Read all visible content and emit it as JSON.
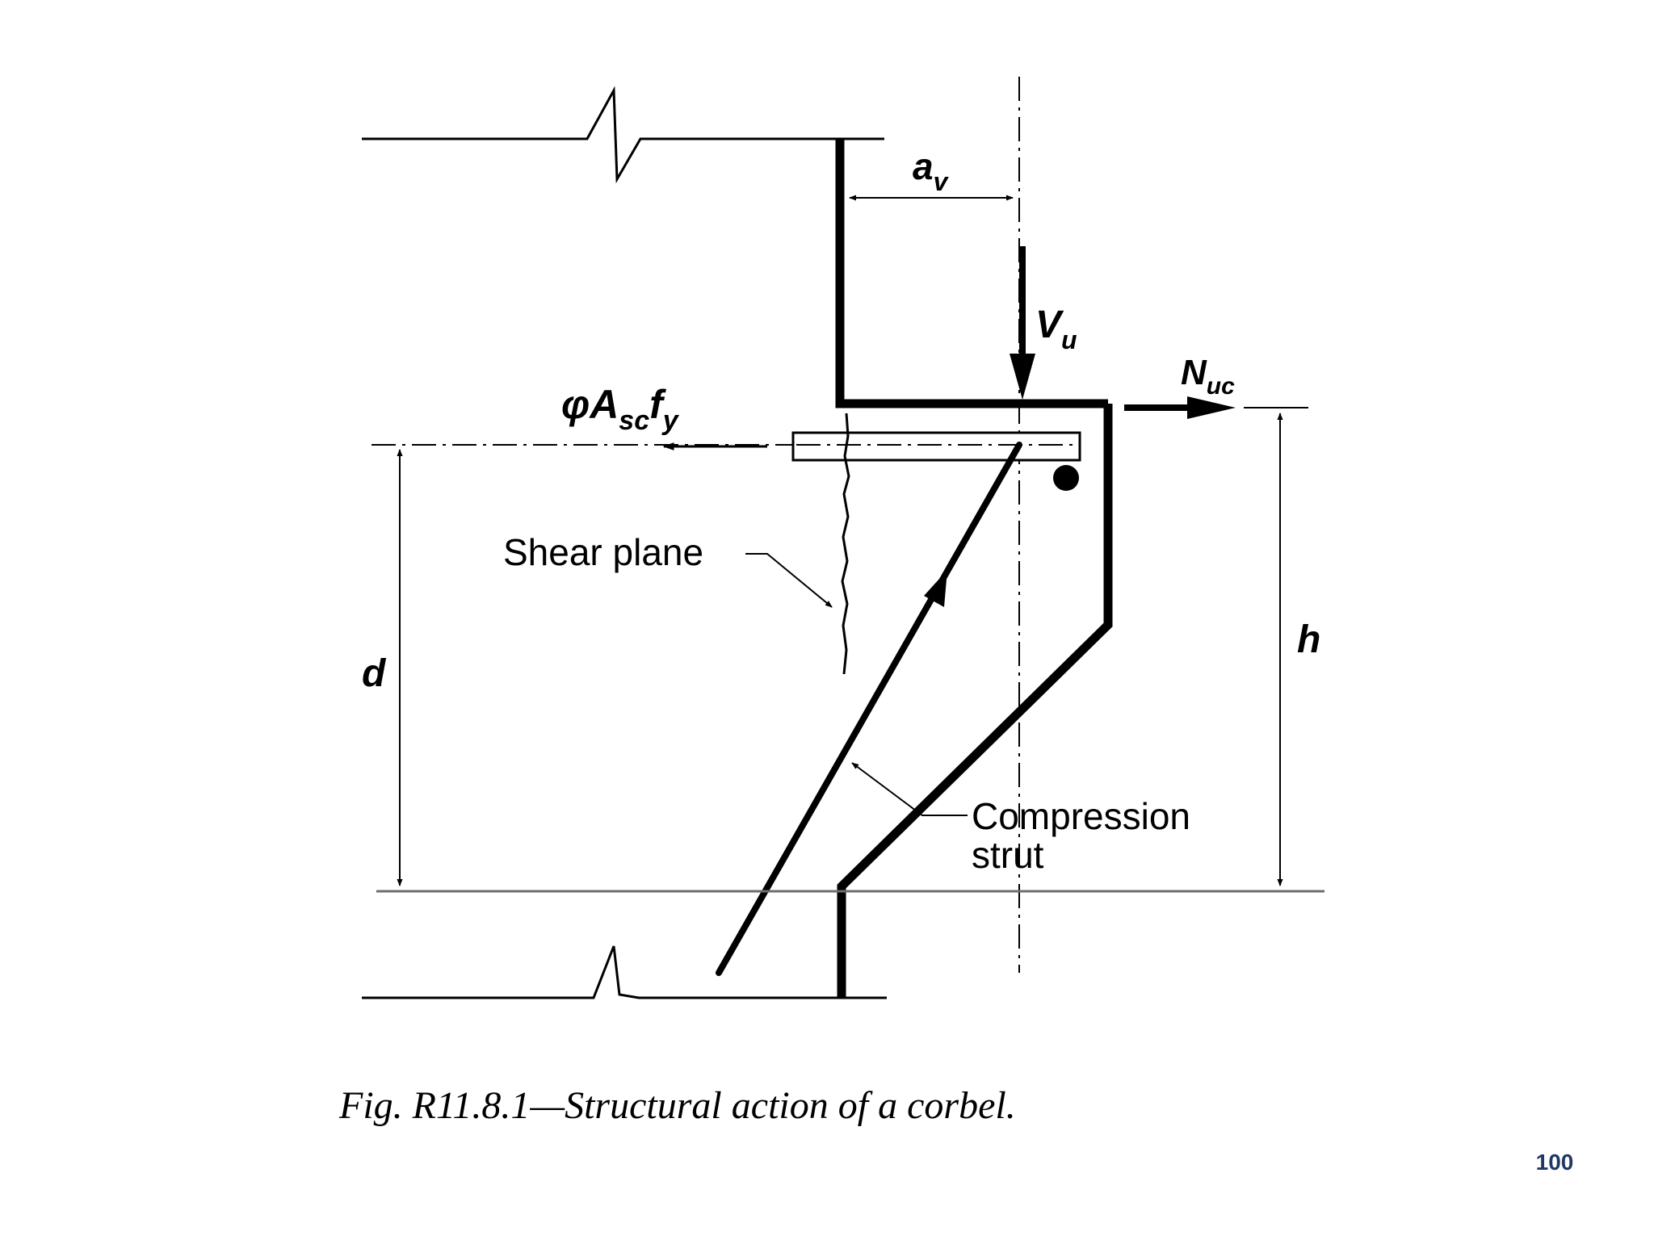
{
  "figure": {
    "labels": {
      "a_v": {
        "main": "a",
        "sub": "v"
      },
      "V_u": {
        "main": "V",
        "sub": "u"
      },
      "N_uc": {
        "main": "N",
        "sub": "uc"
      },
      "phi_Asc_fy": {
        "phi": "φ",
        "main": "A",
        "sub1": "sc",
        "f": "f",
        "sub2": "y"
      },
      "d": "d",
      "h": "h",
      "shear_plane": "Shear plane",
      "compression_line1": "Compression",
      "compression_line2": "strut"
    },
    "caption": "Fig. R11.8.1—Structural action of a corbel."
  },
  "page_number": "100"
}
